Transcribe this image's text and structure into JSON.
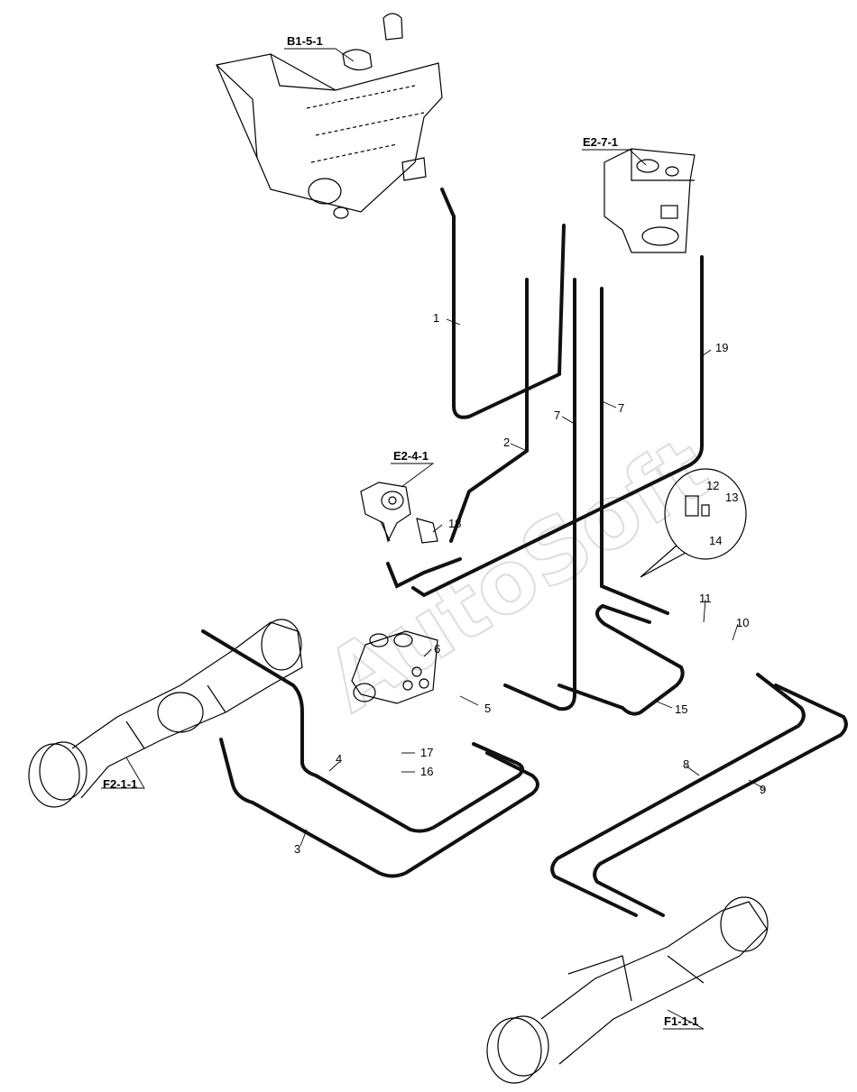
{
  "watermark": "AutoSoft",
  "references": {
    "tank": "B1-5-1",
    "steering_valve": "E2-7-1",
    "brake_valve": "E2-4-1",
    "rear_axle": "F2-1-1",
    "front_axle": "F1-1-1"
  },
  "callouts": {
    "c1": "1",
    "c2": "2",
    "c3": "3",
    "c4": "4",
    "c5": "5",
    "c6": "6",
    "c7a": "7",
    "c7b": "7",
    "c8": "8",
    "c9": "9",
    "c10": "10",
    "c11": "11",
    "c12": "12",
    "c13": "13",
    "c14": "14",
    "c15": "15",
    "c16": "16",
    "c17": "17",
    "c18": "18",
    "c19": "19"
  },
  "colors": {
    "line": "#000000",
    "hose": "#111111",
    "watermark": "#c8c8c8"
  }
}
